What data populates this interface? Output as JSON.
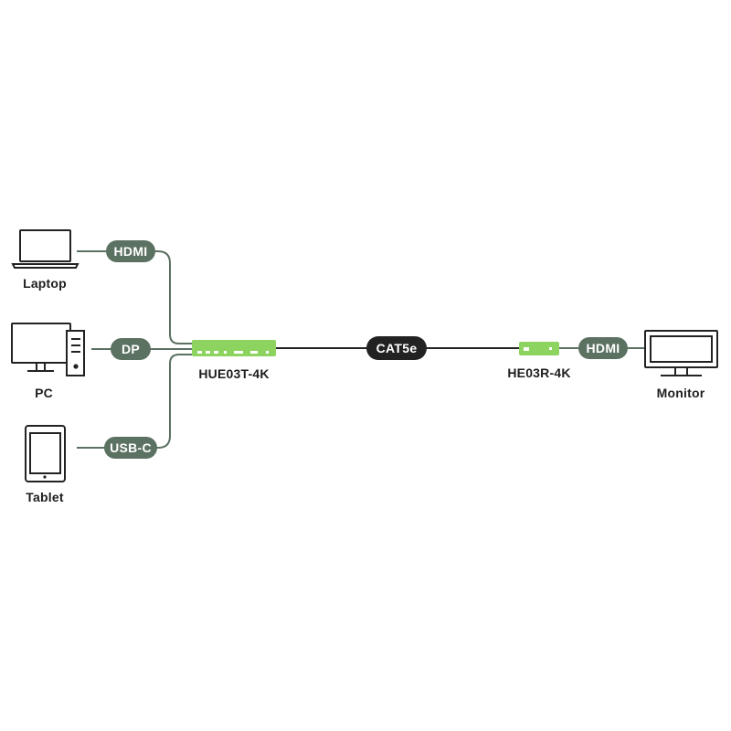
{
  "sources": [
    {
      "label": "Laptop",
      "connector": "HDMI"
    },
    {
      "label": "PC",
      "connector": "DP"
    },
    {
      "label": "Tablet",
      "connector": "USB-C"
    }
  ],
  "transmitter": {
    "label": "HUE03T-4K"
  },
  "cable": {
    "label": "CAT5e"
  },
  "receiver": {
    "label": "HE03R-4K"
  },
  "output_connector": "HDMI",
  "display": {
    "label": "Monitor"
  },
  "colors": {
    "connector_pill": "#5b7161",
    "cable_pill": "#222222",
    "device_green": "#8dd35f",
    "line_green": "#5b7161",
    "line_dark": "#222222",
    "icon_stroke": "#222222"
  }
}
